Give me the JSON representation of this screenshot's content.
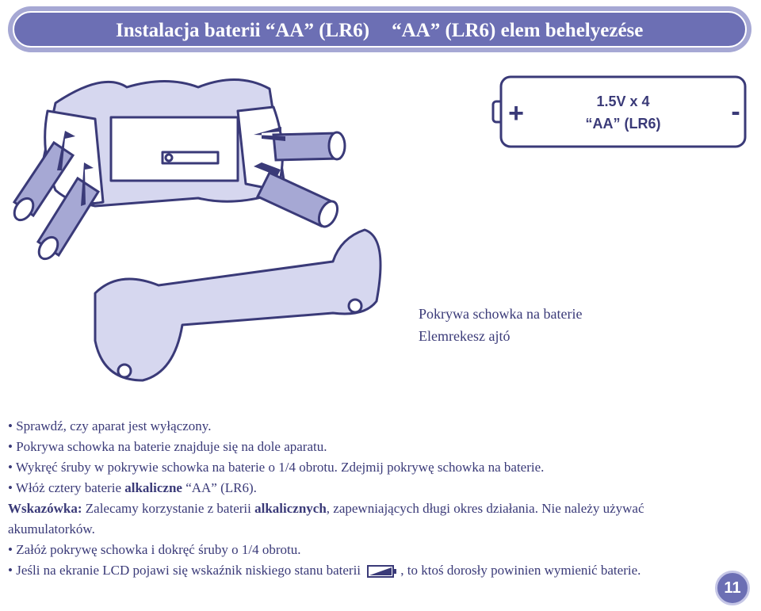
{
  "header": {
    "title_pl": "Instalacja baterii “AA” (LR6)",
    "title_hu": "“AA” (LR6) elem behelyezése"
  },
  "battery_label": {
    "plus": "+",
    "minus": "-",
    "line1": "1.5V x 4",
    "line2": "“AA” (LR6)"
  },
  "caption": {
    "pl": "Pokrywa schowka na baterie",
    "hu": "Elemrekesz ajtó"
  },
  "instructions": {
    "b1": "Sprawdź, czy aparat jest wyłączony.",
    "b2": "Pokrywa schowka na baterie znajduje się na dole aparatu.",
    "b3": "Wykręć śruby w pokrywie schowka na baterie o 1/4 obrotu. Zdejmij pokrywę schowka na baterie.",
    "b4_pre": "Włóż cztery baterie ",
    "b4_bold": "alkaliczne",
    "b4_post": " “AA” (LR6).",
    "tip_label": "Wskazówka:",
    "tip_pre": " Zalecamy korzystanie z baterii ",
    "tip_bold": "alkalicznych",
    "tip_post": ", zapewniających długi okres działania. Nie należy używać akumulatorków.",
    "b5": "Załóż pokrywę schowka i dokręć śruby o 1/4 obrotu.",
    "b6_pre": "Jeśli na ekranie LCD pojawi się wskaźnik niskiego stanu baterii ",
    "b6_post": ", to ktoś dorosły powinien wymienić baterie."
  },
  "page_number": "11",
  "colors": {
    "banner": "#6c6fb4",
    "banner_outer": "#a6a8d4",
    "text": "#3a3a78",
    "illustration_fill": "#d6d7ef"
  }
}
